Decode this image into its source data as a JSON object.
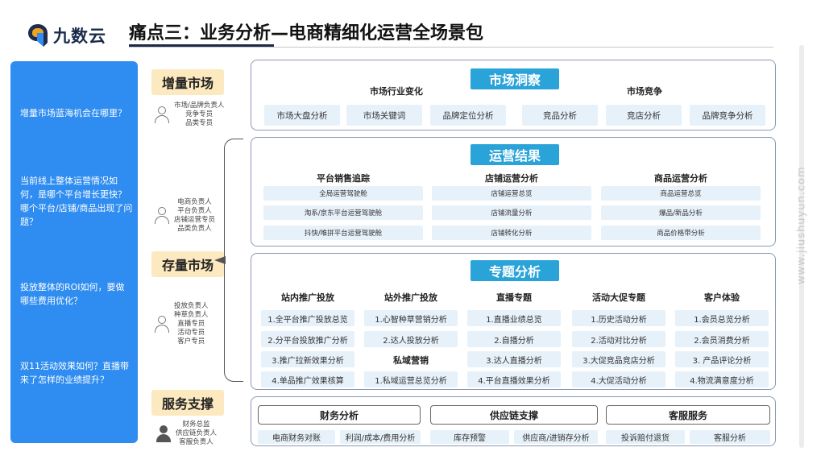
{
  "brand": {
    "name": "九数云"
  },
  "title": "痛点三：业务分析—电商精细化运营全场景包",
  "watermark": "www.jiushuyun.com",
  "questions": [
    "增量市场蓝海机会在哪里？",
    "当前线上整体运营情况如何，是哪个平台增长更快？哪个平台/店铺/商品出现了问题？",
    "投放整体的ROI如何，要做哪些费用优化？",
    "双11活动效果如何？直播带来了怎样的业绩提升？"
  ],
  "tags": {
    "increment": "增量市场",
    "stock": "存量市场",
    "service": "服务支撑"
  },
  "roles": {
    "r1": [
      "市场/品牌负责人",
      "竞争专员",
      "品类专员"
    ],
    "r2": [
      "电商负责人",
      "平台负责人",
      "店铺运营专员",
      "品类负责人"
    ],
    "r3": [
      "投放负责人",
      "种草负责人",
      "直播专员",
      "活动专员",
      "客户专员"
    ],
    "r4": [
      "财务总监",
      "供应链负责人",
      "客服负责人"
    ]
  },
  "market": {
    "header": "市场洞察",
    "sub_left": "市场行业变化",
    "sub_right": "市场竞争",
    "cells": [
      "市场大盘分析",
      "市场关键词",
      "品牌定位分析",
      "竞品分析",
      "竞店分析",
      "品牌竞争分析"
    ]
  },
  "ops": {
    "header": "运营结果",
    "cols": [
      {
        "title": "平台销售追踪",
        "items": [
          "全局运营驾驶舱",
          "淘系/京东平台运营驾驶舱",
          "抖快/唯拼平台运营驾驶舱"
        ]
      },
      {
        "title": "店铺运营分析",
        "items": [
          "店铺运营总览",
          "店铺流量分析",
          "店铺转化分析"
        ]
      },
      {
        "title": "商品运营分析",
        "items": [
          "商品运营总览",
          "爆品/新品分析",
          "商品价格带分析"
        ]
      }
    ]
  },
  "topic": {
    "header": "专题分析",
    "cols": [
      {
        "title": "站内推广投放",
        "items": [
          "1.全平台推广投放总览",
          "2.分平台投放推广分析",
          "3.推广拉新效果分析",
          "4.单品推广效果核算"
        ]
      },
      {
        "title": "站外推广投放",
        "items": [
          "1.心智种草营销分析",
          "2.达人投放分析"
        ],
        "title2": "私域营销",
        "items2": [
          "1.私域运营总览分析"
        ]
      },
      {
        "title": "直播专题",
        "items": [
          "1.直播业绩总览",
          "2.自播分析",
          "3.达人直播分析",
          "4.平台直播效果分析"
        ]
      },
      {
        "title": "活动大促专题",
        "items": [
          "1.历史活动分析",
          "2.活动对比分析",
          "3.大促竞品竞店分析",
          "4.大促活动分析"
        ]
      },
      {
        "title": "客户体验",
        "items": [
          "1.会员总览分析",
          "2.会员消费分析",
          "3. 产品评论分析",
          "4.物流满意度分析"
        ]
      }
    ]
  },
  "service": {
    "groups": [
      "财务分析",
      "供应链支撑",
      "客服服务"
    ],
    "cells": [
      "电商财务对账",
      "利润/成本/费用分析",
      "库存预警",
      "供应商/进销存分析",
      "投诉赔付退货",
      "客服分析"
    ]
  }
}
